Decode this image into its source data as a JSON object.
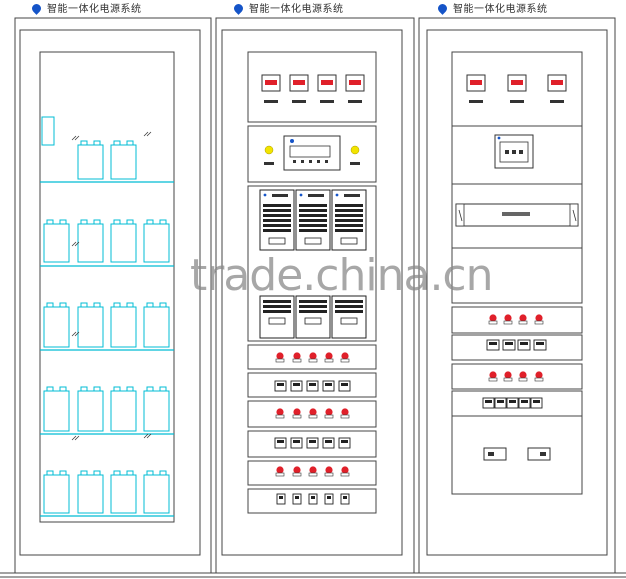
{
  "cabinets": [
    {
      "title": "智能一体化电源系统"
    },
    {
      "title": "智能一体化电源系统"
    },
    {
      "title": "智能一体化电源系统"
    }
  ],
  "watermark": "trade.china.cn",
  "colors": {
    "battery_cyan": "#00bcd4",
    "indicator_red": "#e0202a",
    "indicator_yellow": "#f2e400",
    "logo_blue": "#1554c8",
    "frame": "#444444"
  }
}
